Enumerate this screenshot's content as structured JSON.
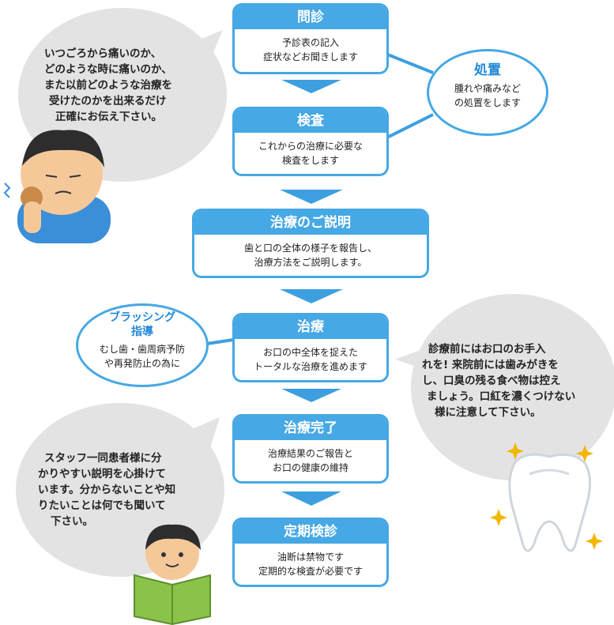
{
  "steps": [
    {
      "title": "問診",
      "lines": [
        "予診表の記入",
        "症状などお聞きします"
      ]
    },
    {
      "title": "検査",
      "lines": [
        "これからの治療に必要な",
        "検査をします"
      ]
    },
    {
      "title": "治療のご説明",
      "lines": [
        "歯と口の全体の様子を報告し、",
        "治療方法をご説明します。"
      ]
    },
    {
      "title": "治療",
      "lines": [
        "お口の中全体を捉えた",
        "トータルな治療を進めます"
      ]
    },
    {
      "title": "治療完了",
      "lines": [
        "治療結果のご報告と",
        "お口の健康の維持"
      ]
    },
    {
      "title": "定期検診",
      "lines": [
        "油断は禁物です",
        "定期的な検査が必要です"
      ]
    }
  ],
  "side_shochi": {
    "title": "処置",
    "lines": [
      "腫れや痛みなど",
      "の処置をします"
    ]
  },
  "side_brushing": {
    "title_lines": [
      "ブラッシング",
      "指導"
    ],
    "lines": [
      "むし歯・歯周病予防",
      "や再発防止の為に"
    ]
  },
  "bubble_top_left": {
    "lines": [
      "いつごろから痛いのか、",
      "どのような時に痛いのか、",
      "また以前どのような治療を",
      "受けたのかを出来るだけ",
      "正確にお伝え下さい。"
    ]
  },
  "bubble_right": {
    "lines": [
      "診療前にはお口のお手入",
      "れを! 来院前には歯みがきを",
      "し、口臭の残る食べ物は控え",
      "ましょう。口紅を濃くつけない",
      "様に注意して下さい。"
    ]
  },
  "bubble_bottom_left": {
    "lines": [
      "スタッフ一同患者様に分",
      "かりやすい説明を心掛けて",
      "います。分からないことや知",
      "りたいことは何でも聞いて",
      "下さい。"
    ]
  },
  "colors": {
    "accent": "#46a8e4",
    "arrow": "#3d9fe0",
    "bubble": "#e3e3e3",
    "accent_text": "#2389d6"
  },
  "icons": {
    "patient": "toothache-boy-icon",
    "reader": "reading-boy-icon",
    "tooth": "sparkling-tooth-icon"
  }
}
